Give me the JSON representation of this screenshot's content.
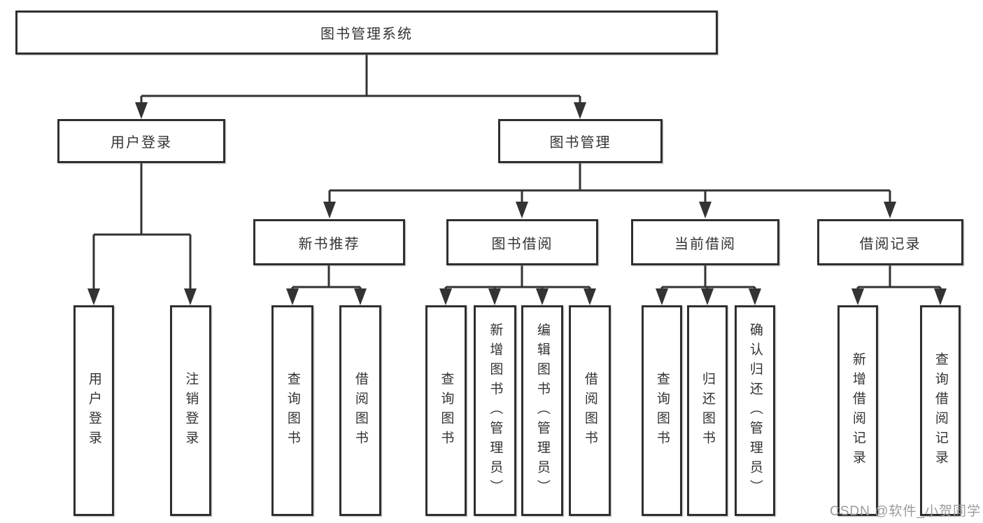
{
  "diagram": {
    "title": "图书管理系统",
    "children": [
      {
        "label": "用户登录",
        "children": [
          {
            "label": "用户登录"
          },
          {
            "label": "注销登录"
          }
        ]
      },
      {
        "label": "图书管理",
        "children": [
          {
            "label": "新书推荐",
            "children": [
              {
                "label": "查询图书"
              },
              {
                "label": "借阅图书"
              }
            ]
          },
          {
            "label": "图书借阅",
            "children": [
              {
                "label": "查询图书"
              },
              {
                "label": "新增图书（管理员）"
              },
              {
                "label": "编辑图书（管理员）"
              },
              {
                "label": "借阅图书"
              }
            ]
          },
          {
            "label": "当前借阅",
            "children": [
              {
                "label": "查询图书"
              },
              {
                "label": "归还图书"
              },
              {
                "label": "确认归还（管理员）"
              }
            ]
          },
          {
            "label": "借阅记录",
            "children": [
              {
                "label": "新增借阅记录"
              },
              {
                "label": "查询借阅记录"
              }
            ]
          }
        ]
      }
    ]
  },
  "watermark": "CSDN @软件_小贺同学",
  "colors": {
    "line": "#333333",
    "box_border": "#2f2f2f",
    "text": "#333333",
    "watermark": "#9b9b9b",
    "background": "#ffffff"
  }
}
